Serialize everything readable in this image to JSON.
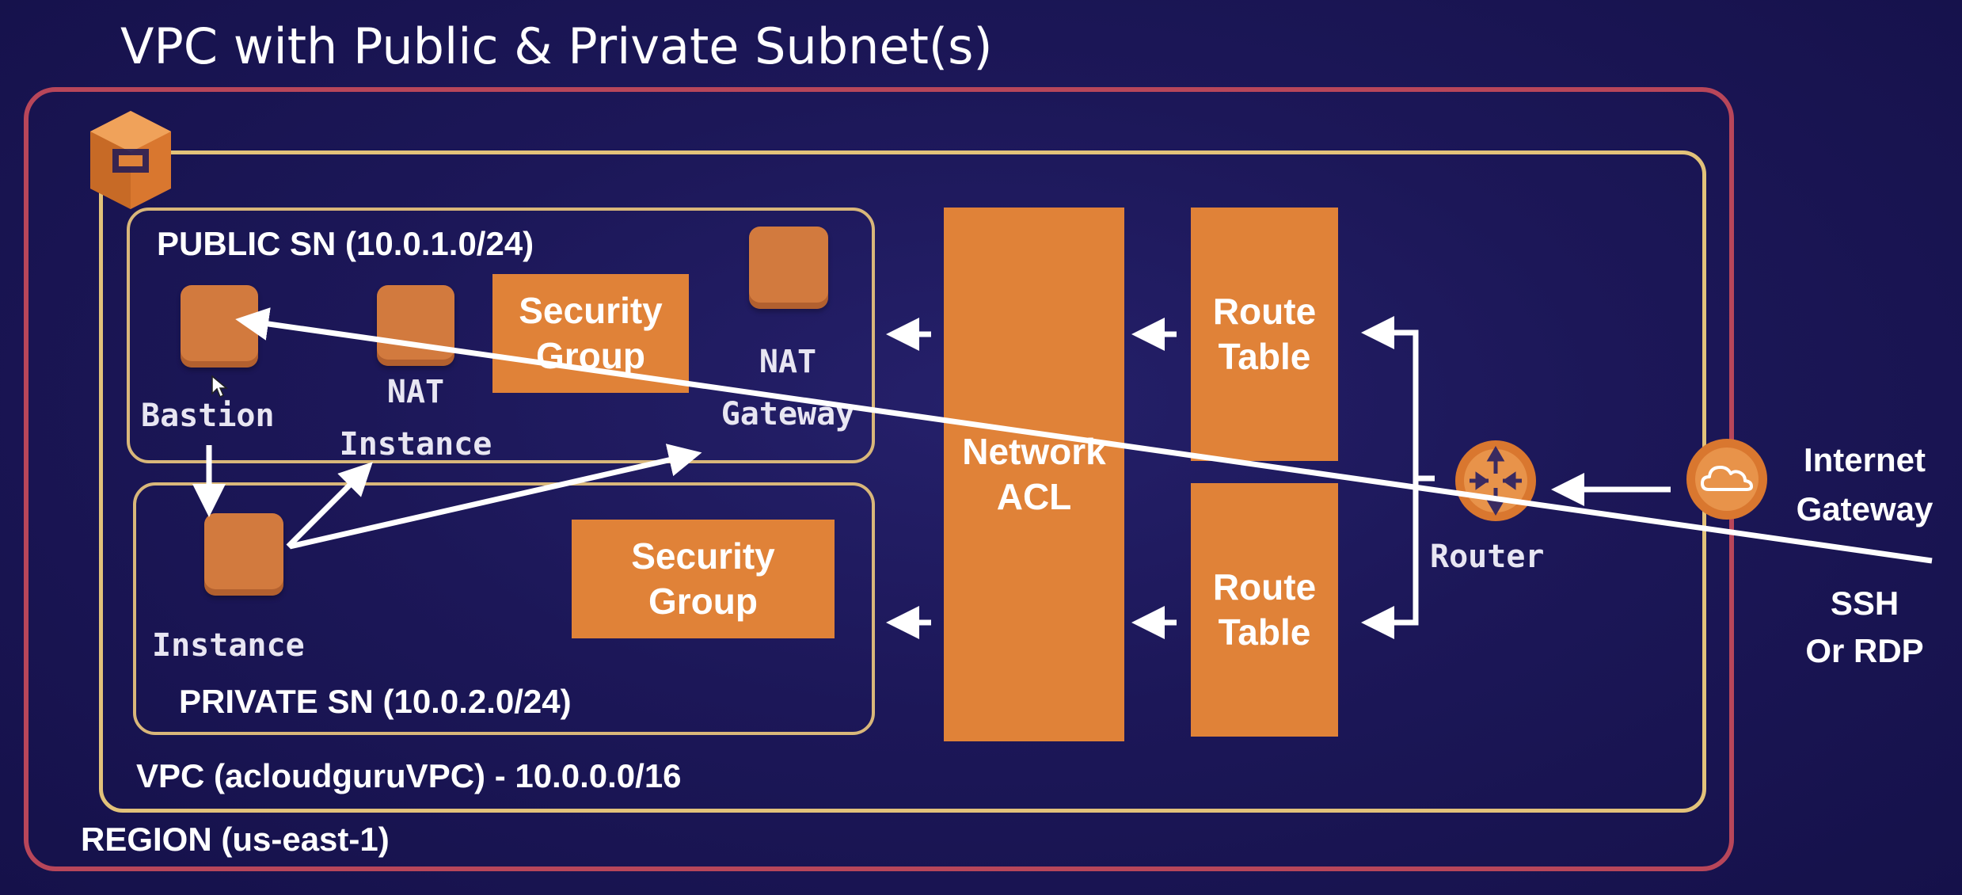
{
  "title": "VPC with Public & Private Subnet(s)",
  "region": {
    "label": "REGION (us-east-1)"
  },
  "vpc": {
    "label": "VPC (acloudguruVPC) - 10.0.0.0/16"
  },
  "public_subnet": {
    "label": "PUBLIC SN (10.0.1.0/24)",
    "bastion_label": "Bastion",
    "nat_instance_label": [
      "NAT",
      "Instance"
    ],
    "security_group_label": [
      "Security",
      "Group"
    ],
    "nat_gateway_label": [
      "NAT",
      "Gateway"
    ]
  },
  "private_subnet": {
    "label": "PRIVATE SN (10.0.2.0/24)",
    "instance_label": "Instance",
    "security_group_label": [
      "Security",
      "Group"
    ]
  },
  "network_acl": [
    "Network",
    "ACL"
  ],
  "route_table_1": [
    "Route",
    "Table"
  ],
  "route_table_2": [
    "Route",
    "Table"
  ],
  "router_label": "Router",
  "internet_gateway": [
    "Internet",
    "Gateway"
  ],
  "ssh": [
    "SSH",
    "Or RDP"
  ],
  "colors": {
    "background": "#1c1758",
    "region_border": "#b8465a",
    "vpc_border": "#e2c27a",
    "subnet_border": "#d9b77a",
    "aws_orange": "#e08238",
    "arrow": "#ffffff"
  },
  "icons": [
    "vpc-icon",
    "instance-icon",
    "router-icon",
    "cloud-icon",
    "cursor-icon"
  ]
}
